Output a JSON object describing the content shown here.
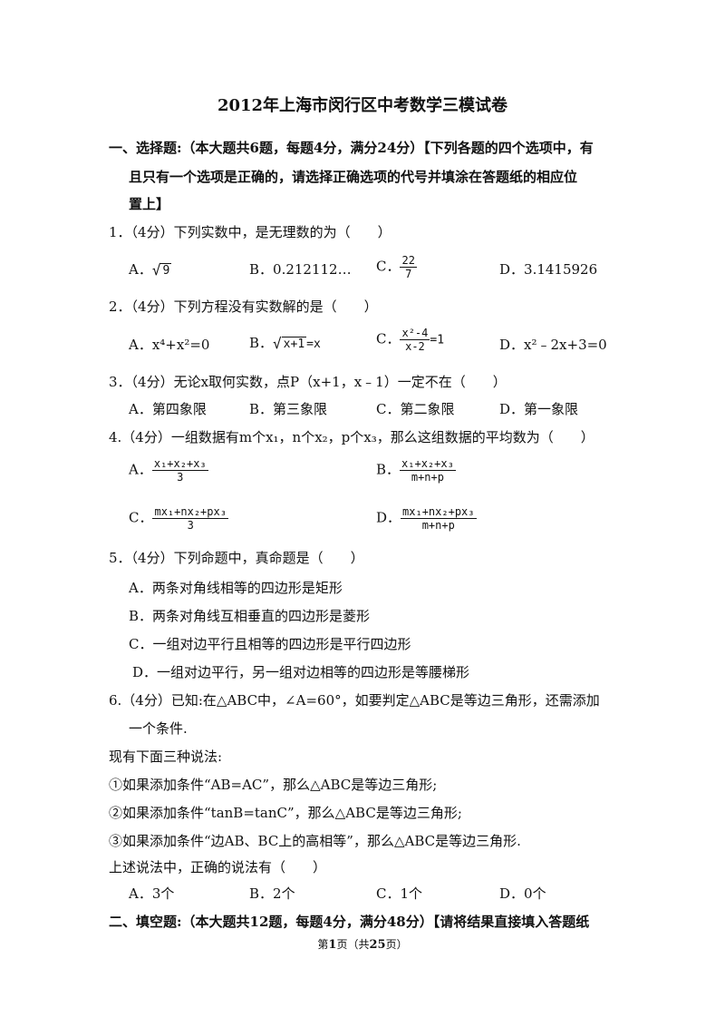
{
  "title": "2012年上海市闵行区中考数学三模试卷",
  "section1": {
    "line1": "一、选择题:（本大题共6题，每题4分，满分24分）【下列各题的四个选项中，有",
    "line2": "且只有一个选项是正确的，请选择正确选项的代号并填涂在答题纸的相应位",
    "line3": "置上】"
  },
  "q1": {
    "stem": "1．（4分）下列实数中，是无理数的为（　　）",
    "a_label": "A．",
    "a_radicand": "9",
    "b": "B．0.212112…",
    "c_label": "C．",
    "c_num": "22",
    "c_den": "7",
    "d": "D．3.1415926"
  },
  "q2": {
    "stem": "2．（4分）下列方程没有实数解的是（　　）",
    "a": "A．x⁴+x²=0",
    "b_label": "B．",
    "b_radicand": "x+1",
    "b_rhs": "=x",
    "c_label": "C．",
    "c_num": "x²-4",
    "c_den": "x-2",
    "c_rhs": "=1",
    "d": "D．x²﹣2x+3=0"
  },
  "q3": {
    "stem": "3．（4分）无论x取何实数，点P（x+1，x﹣1）一定不在（　　）",
    "a": "A．第四象限",
    "b": "B．第三象限",
    "c": "C．第二象限",
    "d": "D．第一象限"
  },
  "q4": {
    "stem": "4.（4分）一组数据有m个x₁，n个x₂，p个x₃，那么这组数据的平均数为（　　）",
    "a_label": "A．",
    "a_num": "x₁+x₂+x₃",
    "a_den": "3",
    "b_label": "B．",
    "b_num": "x₁+x₂+x₃",
    "b_den": "m+n+p",
    "c_label": "C．",
    "c_num": "mx₁+nx₂+px₃",
    "c_den": "3",
    "d_label": "D．",
    "d_num": "mx₁+nx₂+px₃",
    "d_den": "m+n+p"
  },
  "q5": {
    "stem": "5．（4分）下列命题中，真命题是（　　）",
    "a": "A．两条对角线相等的四边形是矩形",
    "b": "B．两条对角线互相垂直的四边形是菱形",
    "c": "C．一组对边平行且相等的四边形是平行四边形",
    "d": "D．一组对边平行，另一组对边相等的四边形是等腰梯形"
  },
  "q6": {
    "stem1": "6.（4分）已知:在△ABC中，∠A=60°，如要判定△ABC是等边三角形，还需添加",
    "stem2": "一个条件.",
    "intro": "现有下面三种说法:",
    "s1": "①如果添加条件“AB=AC”，那么△ABC是等边三角形;",
    "s2": "②如果添加条件“tanB=tanC”，那么△ABC是等边三角形;",
    "s3": "③如果添加条件“边AB、BC上的高相等”，那么△ABC是等边三角形.",
    "ask": "上述说法中，正确的说法有（　　）",
    "a": "A．3个",
    "b": "B．2个",
    "c": "C．1个",
    "d": "D．0个"
  },
  "section2": {
    "line1": "二、填空题:（本大题共12题，每题4分，满分48分）【请将结果直接填入答题纸"
  },
  "footer": {
    "pre": "第",
    "page": "1",
    "mid": "页（共",
    "total": "25",
    "post": "页）"
  }
}
